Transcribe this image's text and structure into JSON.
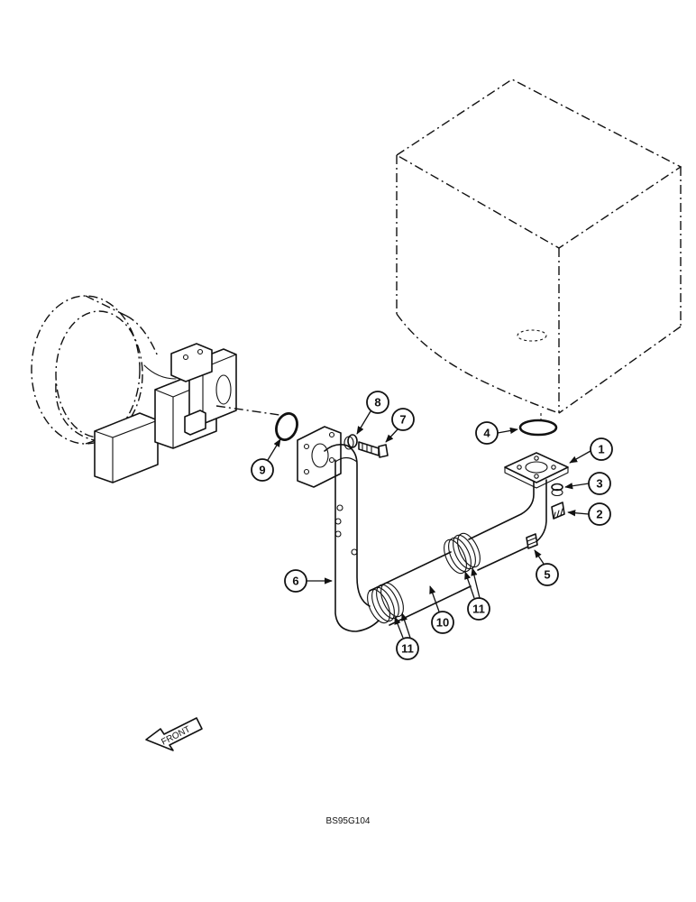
{
  "figure_code": "BS95G104",
  "direction_label": "FRONT",
  "callouts": [
    {
      "id": "c1",
      "label": "1"
    },
    {
      "id": "c2",
      "label": "2"
    },
    {
      "id": "c3",
      "label": "3"
    },
    {
      "id": "c4",
      "label": "4"
    },
    {
      "id": "c5",
      "label": "5"
    },
    {
      "id": "c6",
      "label": "6"
    },
    {
      "id": "c7",
      "label": "7"
    },
    {
      "id": "c8",
      "label": "8"
    },
    {
      "id": "c9",
      "label": "9"
    },
    {
      "id": "c10",
      "label": "10"
    },
    {
      "id": "c11a",
      "label": "11"
    },
    {
      "id": "c11b",
      "label": "11"
    }
  ]
}
